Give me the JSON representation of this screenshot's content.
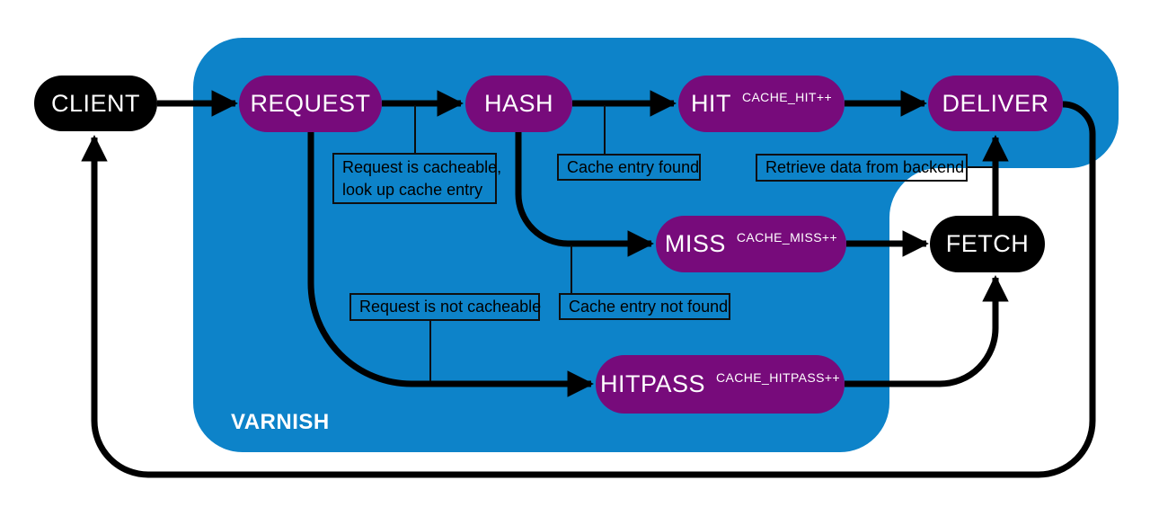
{
  "region_label": "VARNISH",
  "colors": {
    "blue": "#0d83c9",
    "purple": "#770b7b",
    "node_black": "#000000",
    "arrow_black": "#000000",
    "text_white": "#ffffff",
    "annotation_text": "#000000"
  },
  "nodes": [
    {
      "id": "client",
      "label": "CLIENT"
    },
    {
      "id": "request",
      "label": "REQUEST"
    },
    {
      "id": "hash",
      "label": "HASH"
    },
    {
      "id": "hit",
      "label": "HIT",
      "sublabel": "CACHE_HIT++"
    },
    {
      "id": "deliver",
      "label": "DELIVER"
    },
    {
      "id": "miss",
      "label": "MISS",
      "sublabel": "CACHE_MISS++"
    },
    {
      "id": "fetch",
      "label": "FETCH"
    },
    {
      "id": "hitpass",
      "label": "HITPASS",
      "sublabel": "CACHE_HITPASS++"
    }
  ],
  "annotations": [
    {
      "id": "request-cacheable",
      "lines": [
        "Request is cacheable,",
        "look up cache entry"
      ]
    },
    {
      "id": "cache-entry-found",
      "lines": [
        "Cache entry found"
      ]
    },
    {
      "id": "retrieve-backend",
      "lines": [
        "Retrieve data from backend"
      ]
    },
    {
      "id": "request-not-cacheable",
      "lines": [
        "Request is not cacheable"
      ]
    },
    {
      "id": "cache-entry-not-found",
      "lines": [
        "Cache entry not found"
      ]
    }
  ]
}
